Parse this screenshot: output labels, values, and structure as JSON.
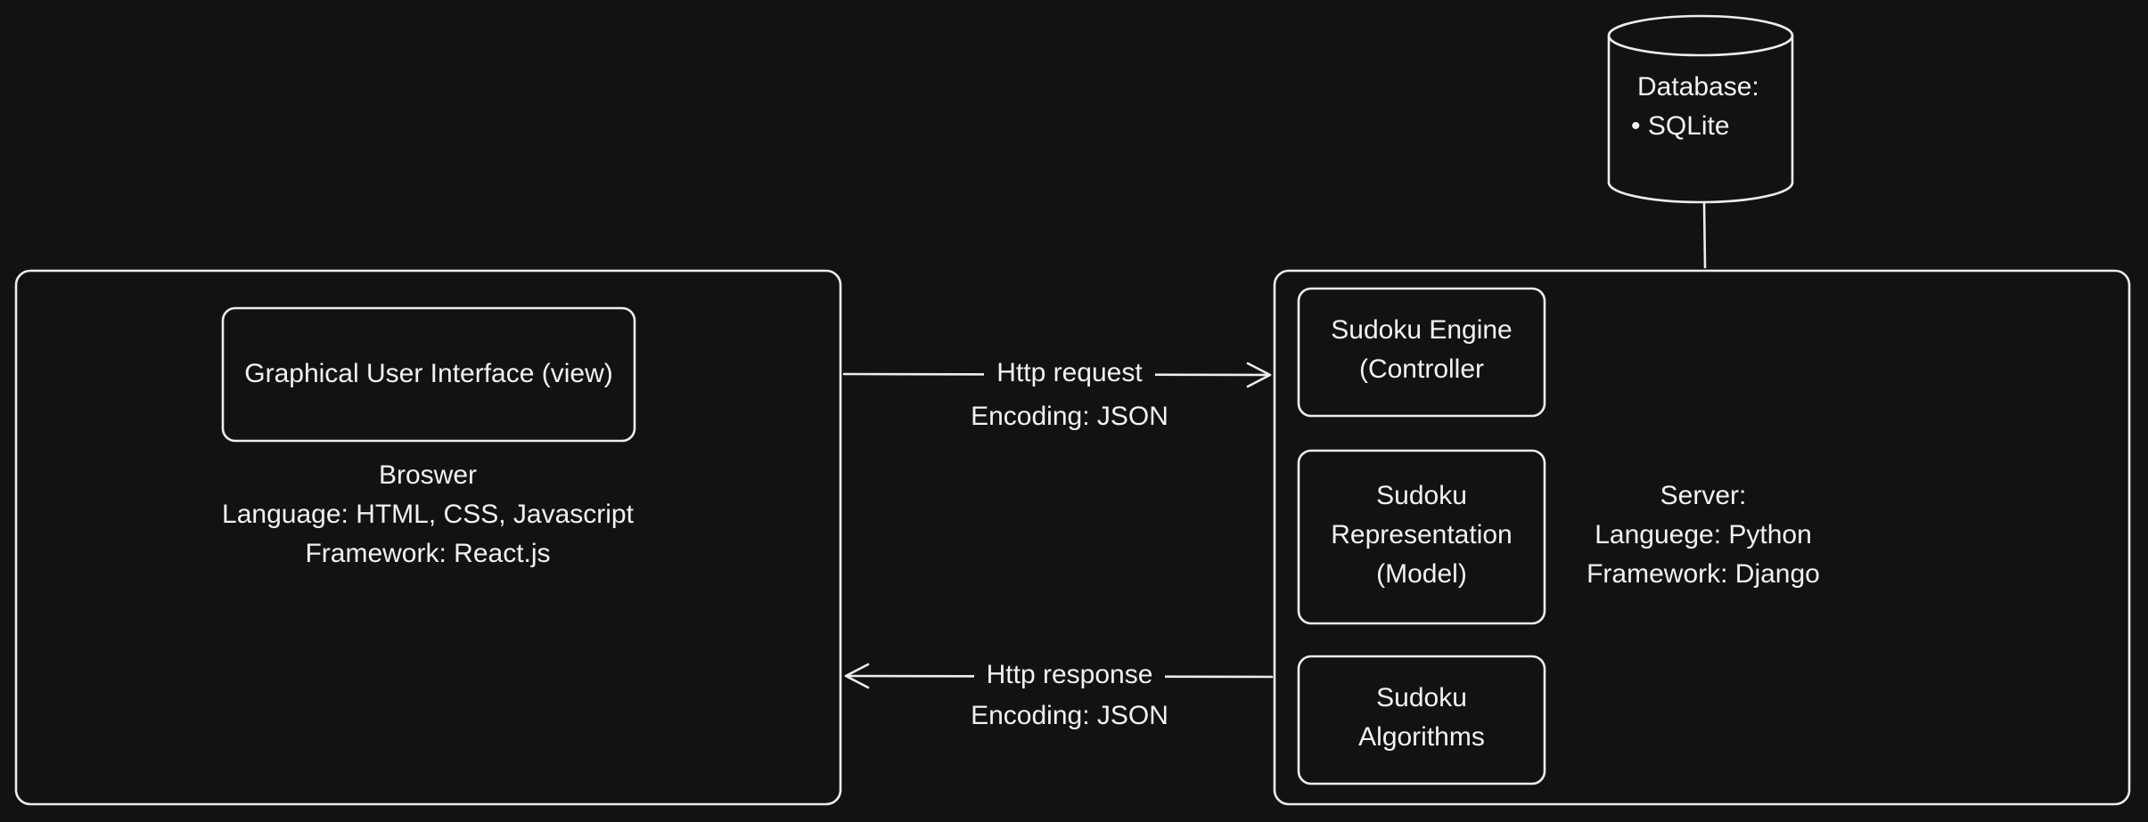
{
  "browser_container": {
    "gui_box": "Graphical User Interface (view)",
    "info": [
      "Broswer",
      "Language: HTML, CSS, Javascript",
      "Framework: React.js"
    ]
  },
  "server_container": {
    "components": [
      [
        "Sudoku Engine",
        "(Controller"
      ],
      [
        "Sudoku",
        "Representation",
        "(Model)"
      ],
      [
        "Sudoku",
        "Algorithms"
      ]
    ],
    "info": [
      "Server:",
      "Languege: Python",
      "Framework: Django"
    ]
  },
  "database": {
    "title": "Database:",
    "items": [
      "SQLite"
    ]
  },
  "connections": {
    "request": {
      "label": "Http request",
      "encoding": "Encoding: JSON"
    },
    "response": {
      "label": "Http response",
      "encoding": "Encoding: JSON"
    }
  },
  "colors": {
    "background": "#121212",
    "stroke": "#ededed",
    "text": "#f2f2f2"
  }
}
